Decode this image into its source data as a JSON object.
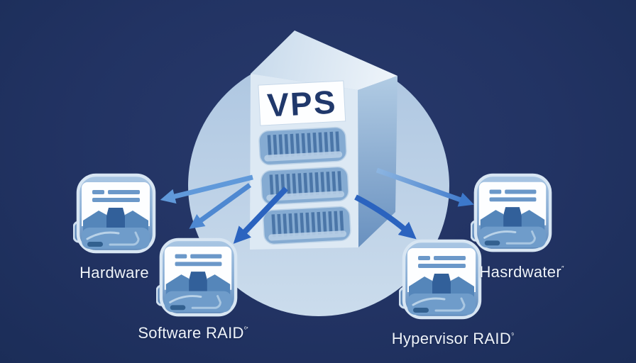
{
  "scene": {
    "server": {
      "label": "VPS"
    },
    "nodes": [
      {
        "label": "Hardware",
        "sup": ""
      },
      {
        "label": "Software RAID",
        "sup": "⁰'"
      },
      {
        "label": "Hasrdwater",
        "sup": "″"
      },
      {
        "label": "Hypervisor RAID",
        "sup": "⁹"
      }
    ],
    "palette": {
      "background": "#223363",
      "circle": "#bed2e7",
      "server_front": "#dde9f4",
      "server_side": "#7fa7d2",
      "server_top": "#e2edf7",
      "vps_text": "#20386b",
      "vent_slot": "#85abd2",
      "vent_stripe": "#4b76a8",
      "arrow_light": "#6099da",
      "arrow_mid": "#4e88d1",
      "arrow_dark": "#2b63bf",
      "icon_body": "#86abd3",
      "icon_screen": "#ffffff",
      "label_text": "#eef3f9"
    }
  }
}
